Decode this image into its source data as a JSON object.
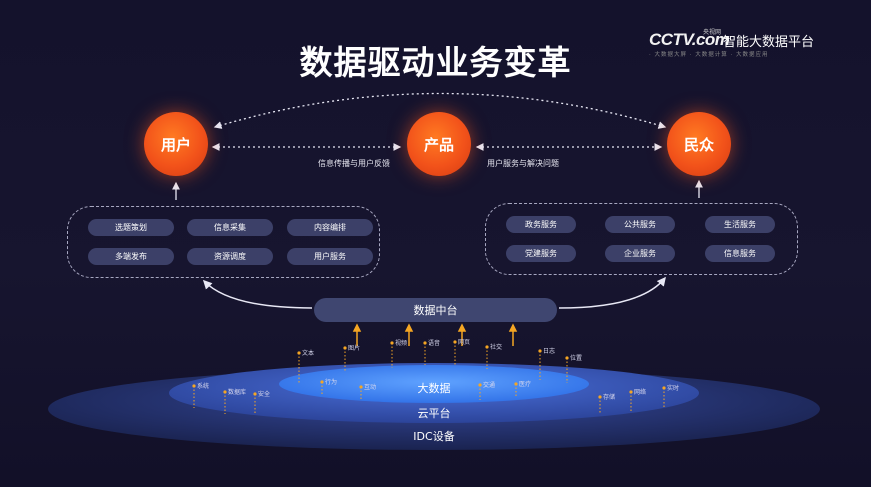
{
  "title": "数据驱动业务变革",
  "brand": {
    "logo": "CCTV.com",
    "logo_small": "央视网",
    "name": "智能大数据平台",
    "subtitle": "· 大数据大屏 · 大数据计算 · 大数据应用"
  },
  "nodes": {
    "user": "用户",
    "product": "产品",
    "public": "民众"
  },
  "edge_labels": {
    "feedback": "信息传播与用户反馈",
    "service": "用户服务与解决问题"
  },
  "left_group": {
    "items": [
      "选题策划",
      "信息采集",
      "内容编排",
      "多端发布",
      "资源调度",
      "用户服务"
    ]
  },
  "right_group": {
    "items": [
      "政务服务",
      "公共服务",
      "生活服务",
      "党建服务",
      "企业服务",
      "信息服务"
    ]
  },
  "hub": "数据中台",
  "rings": {
    "inner": "大数据",
    "middle": "云平台",
    "outer": "IDC设备"
  },
  "tags": [
    "系统",
    "数据库",
    "安全",
    "行为",
    "互动",
    "交通",
    "医疗",
    "存储",
    "网络",
    "实时",
    "文本",
    "图片",
    "视频",
    "语音",
    "网页",
    "社交",
    "日志",
    "位置"
  ],
  "colors": {
    "orange": "#f2521a",
    "pill": "#3c4068",
    "accent_arrow": "#f5a623",
    "ring_outer": "#24346e",
    "ring_inner": "#3f7bf0"
  }
}
